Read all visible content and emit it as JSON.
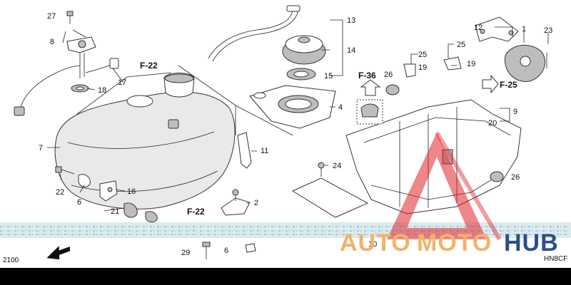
{
  "callouts": {
    "c27": "27",
    "c8": "8",
    "c17": "17",
    "c18": "18",
    "c7": "7",
    "c22": "22",
    "c6a": "6",
    "c16": "16",
    "c21": "21",
    "c13": "13",
    "c14": "14",
    "c15": "15",
    "c4": "4",
    "c11": "11",
    "c2": "2",
    "c24": "24",
    "c25a": "25",
    "c25b": "25",
    "c19a": "19",
    "c19b": "19",
    "c26a": "26",
    "c26b": "26",
    "c12": "12",
    "c1": "1",
    "c23": "23",
    "c9": "9",
    "c20": "20",
    "c29": "29",
    "c6b": "6",
    "c10": "10"
  },
  "refs": {
    "f22_top": "F-22",
    "f22_bottom": "F-22",
    "f36": "F-36",
    "f25": "F-25"
  },
  "corner_left": "2100",
  "corner_right": "HN8CF",
  "watermark": {
    "part1": "AUTO",
    "part2": "MOTO",
    "part3": "HUB",
    "color_outline": "#e0242a",
    "color_text_light": "#f0b36a",
    "color_text_dark": "#2a4f8f"
  }
}
